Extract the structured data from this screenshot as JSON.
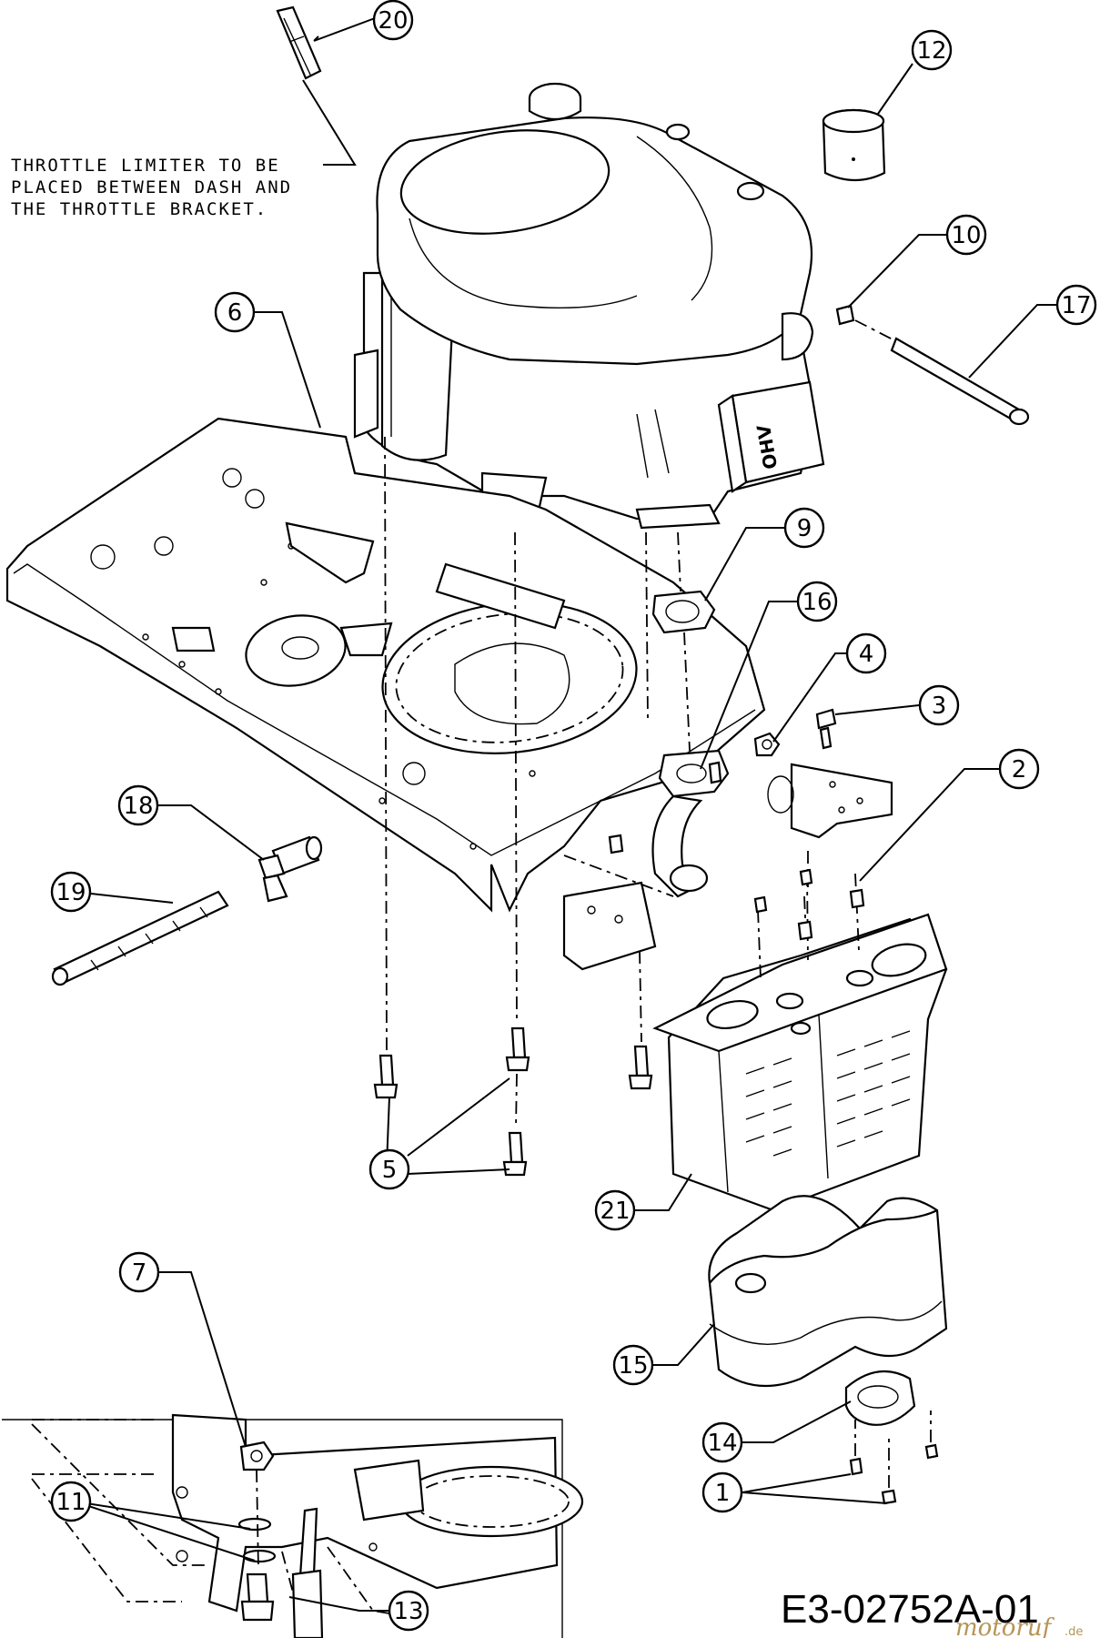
{
  "note": {
    "lines": [
      "THROTTLE LIMITER TO BE",
      "PLACED BETWEEN DASH AND",
      "THE THROTTLE BRACKET."
    ]
  },
  "drawing_code": "E3-02752A-01",
  "engine_label": "OHV",
  "watermark": {
    "brand": "motoruf",
    "suffix": ".de",
    "color": "#b69456"
  },
  "callouts": [
    "20",
    "12",
    "10",
    "17",
    "6",
    "9",
    "16",
    "4",
    "3",
    "2",
    "18",
    "19",
    "5",
    "21",
    "7",
    "15",
    "14",
    "11",
    "1",
    "13"
  ]
}
